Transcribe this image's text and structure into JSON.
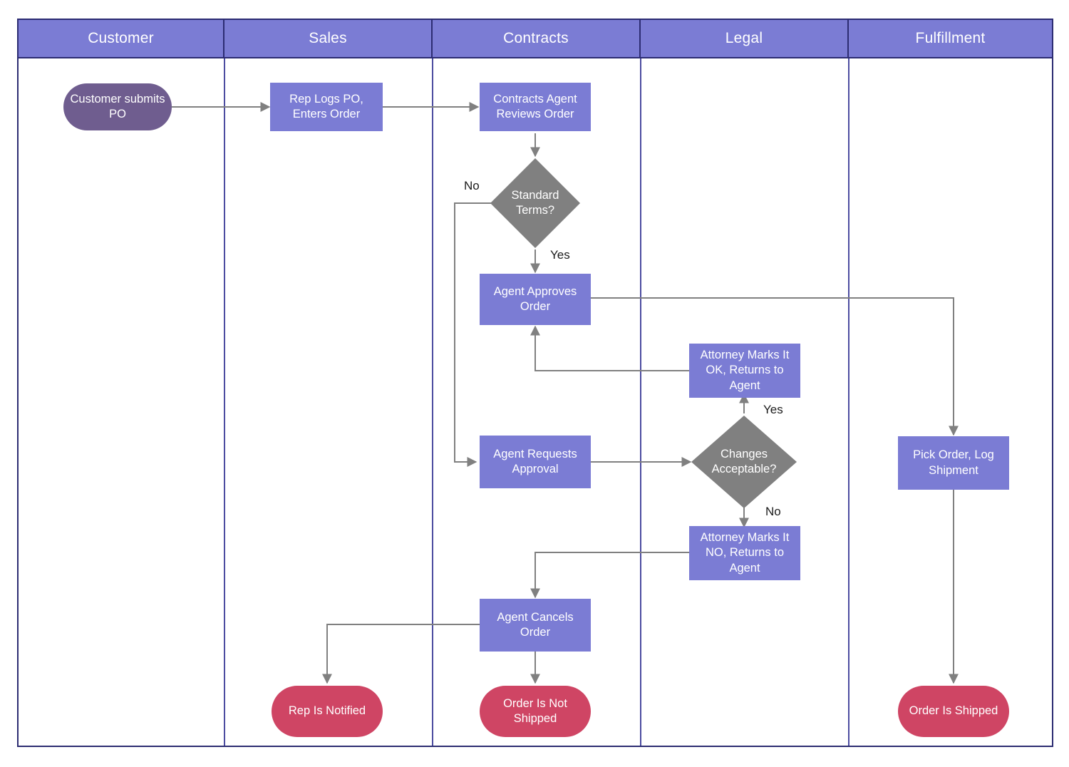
{
  "diagram": {
    "type": "cross-functional-flowchart",
    "orientation": "horizontal-lanes",
    "colors": {
      "lane_header_fill": "#7b7cd4",
      "lane_border": "#2c2c72",
      "process_fill": "#7b7cd4",
      "decision_fill": "#808080",
      "start_terminator_fill": "#6f5d8f",
      "end_terminator_fill": "#cf4564",
      "connector": "#808080",
      "text_on_shape": "#ffffff",
      "label_text": "#1a1a1a"
    }
  },
  "lanes": [
    {
      "id": "customer",
      "label": "Customer"
    },
    {
      "id": "sales",
      "label": "Sales"
    },
    {
      "id": "contracts",
      "label": "Contracts"
    },
    {
      "id": "legal",
      "label": "Legal"
    },
    {
      "id": "fulfillment",
      "label": "Fulfillment"
    }
  ],
  "nodes": [
    {
      "id": "customer-submits-po",
      "lane": "customer",
      "shape": "terminator-start",
      "label": "Customer submits PO"
    },
    {
      "id": "rep-logs-po",
      "lane": "sales",
      "shape": "process",
      "label": "Rep Logs PO, Enters Order"
    },
    {
      "id": "contracts-agent-reviews",
      "lane": "contracts",
      "shape": "process",
      "label": "Contracts Agent Reviews Order"
    },
    {
      "id": "standard-terms",
      "lane": "contracts",
      "shape": "decision",
      "label": "Standard Terms?"
    },
    {
      "id": "agent-approves-order",
      "lane": "contracts",
      "shape": "process",
      "label": "Agent Approves Order"
    },
    {
      "id": "agent-requests-approval",
      "lane": "contracts",
      "shape": "process",
      "label": "Agent Requests Approval"
    },
    {
      "id": "agent-cancels-order",
      "lane": "contracts",
      "shape": "process",
      "label": "Agent Cancels Order"
    },
    {
      "id": "attorney-marks-ok",
      "lane": "legal",
      "shape": "process",
      "label": "Attorney Marks It OK, Returns to Agent"
    },
    {
      "id": "changes-acceptable",
      "lane": "legal",
      "shape": "decision",
      "label": "Changes Acceptable?"
    },
    {
      "id": "attorney-marks-no",
      "lane": "legal",
      "shape": "process",
      "label": "Attorney Marks It NO, Returns to Agent"
    },
    {
      "id": "pick-order-log-shipment",
      "lane": "fulfillment",
      "shape": "process",
      "label": "Pick Order, Log Shipment"
    },
    {
      "id": "rep-is-notified",
      "lane": "sales",
      "shape": "terminator-end",
      "label": "Rep Is Notified"
    },
    {
      "id": "order-is-not-shipped",
      "lane": "contracts",
      "shape": "terminator-end",
      "label": "Order Is Not Shipped"
    },
    {
      "id": "order-is-shipped",
      "lane": "fulfillment",
      "shape": "terminator-end",
      "label": "Order Is Shipped"
    }
  ],
  "edge_labels": {
    "standard_terms_no": "No",
    "standard_terms_yes": "Yes",
    "changes_acceptable_yes": "Yes",
    "changes_acceptable_no": "No"
  },
  "edges": [
    {
      "from": "customer-submits-po",
      "to": "rep-logs-po",
      "label": ""
    },
    {
      "from": "rep-logs-po",
      "to": "contracts-agent-reviews",
      "label": ""
    },
    {
      "from": "contracts-agent-reviews",
      "to": "standard-terms",
      "label": ""
    },
    {
      "from": "standard-terms",
      "to": "agent-requests-approval",
      "label": "No"
    },
    {
      "from": "standard-terms",
      "to": "agent-approves-order",
      "label": "Yes"
    },
    {
      "from": "agent-approves-order",
      "to": "pick-order-log-shipment",
      "label": ""
    },
    {
      "from": "agent-requests-approval",
      "to": "changes-acceptable",
      "label": ""
    },
    {
      "from": "changes-acceptable",
      "to": "attorney-marks-ok",
      "label": "Yes"
    },
    {
      "from": "changes-acceptable",
      "to": "attorney-marks-no",
      "label": "No"
    },
    {
      "from": "attorney-marks-ok",
      "to": "agent-approves-order",
      "label": ""
    },
    {
      "from": "attorney-marks-no",
      "to": "agent-cancels-order",
      "label": ""
    },
    {
      "from": "agent-cancels-order",
      "to": "order-is-not-shipped",
      "label": ""
    },
    {
      "from": "agent-cancels-order",
      "to": "rep-is-notified",
      "label": ""
    },
    {
      "from": "pick-order-log-shipment",
      "to": "order-is-shipped",
      "label": ""
    }
  ]
}
